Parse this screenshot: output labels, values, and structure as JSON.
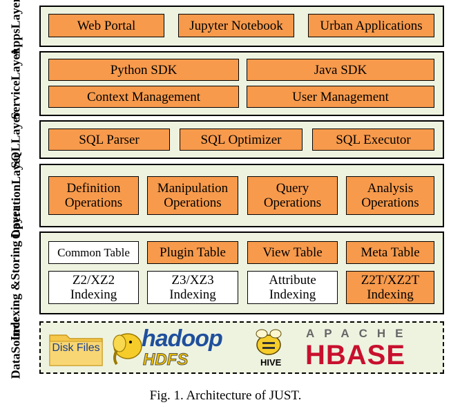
{
  "layers": {
    "apps": {
      "label": [
        "Apps",
        "Layer"
      ],
      "items": [
        "Web Portal",
        "Jupyter Notebook",
        "Urban Applications"
      ]
    },
    "service": {
      "label": [
        "Service",
        "Layer"
      ],
      "items": [
        "Python SDK",
        "Java SDK",
        "Context Management",
        "User Management"
      ]
    },
    "sql": {
      "label": [
        "SQL",
        "Layer"
      ],
      "items": [
        "SQL Parser",
        "SQL Optimizer",
        "SQL Executor"
      ]
    },
    "operation": {
      "label": [
        "Operation",
        "Layer"
      ],
      "items": [
        [
          "Definition",
          "Operations"
        ],
        [
          "Manipulation",
          "Operations"
        ],
        [
          "Query",
          "Operations"
        ],
        [
          "Analysis",
          "Operations"
        ]
      ]
    },
    "indexing": {
      "label": [
        "Indexing &",
        "Storing Layer"
      ],
      "tables": [
        "Common Table",
        "Plugin Table",
        "View Table",
        "Meta Table"
      ],
      "indexing": [
        [
          "Z2/XZ2",
          "Indexing"
        ],
        [
          "Z3/XZ3",
          "Indexing"
        ],
        [
          "Attribute",
          "Indexing"
        ],
        [
          "Z2T/XZ2T",
          "Indexing"
        ]
      ]
    },
    "datasource": {
      "label": [
        "Data",
        "Source"
      ],
      "items": {
        "disk": "Disk Files",
        "hadoop": "hadoop",
        "hdfs": "HDFS",
        "hive": "HIVE",
        "apache": "APACHE",
        "hbase": "HBASE"
      }
    }
  },
  "caption": "Fig. 1.  Architecture of JUST.",
  "colors": {
    "box_fill": "#f79a4c",
    "panel_fill": "#eef3e0",
    "hadoop_blue": "#1f4f9c",
    "hdfs_yellow": "#f2c300",
    "hbase_red": "#c8102e"
  }
}
